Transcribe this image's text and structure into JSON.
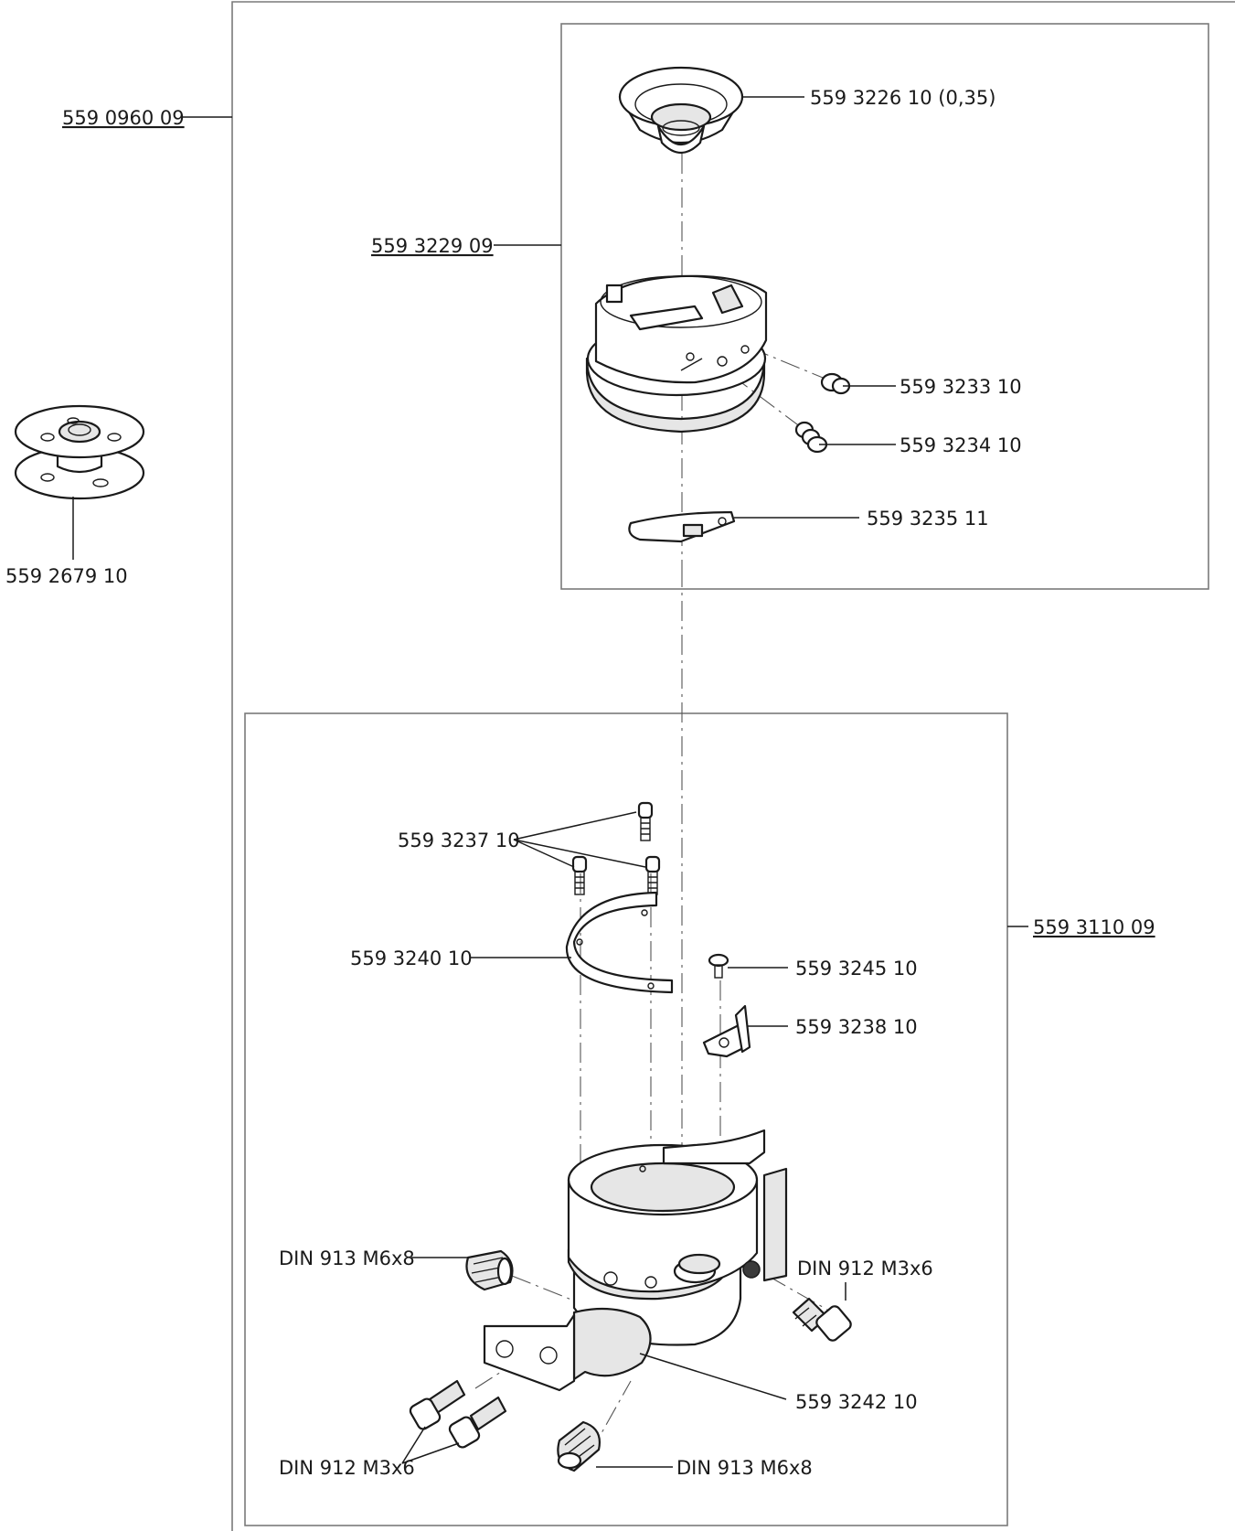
{
  "labels": {
    "assembly_main": "559 0960 09",
    "bobbin_case": "559 3229 09",
    "tension_spring": "559 3226 10 (0,35)",
    "screw_3233": "559 3233 10",
    "screw_3234": "559 3234 10",
    "latch_3235": "559 3235 11",
    "bobbin": "559 2679 10",
    "screw_3237": "559 3237 10",
    "ring_3240": "559 3240 10",
    "hook_assembly": "559 3110 09",
    "screw_3245": "559 3245 10",
    "clip_3238": "559 3238 10",
    "set_screw_upper": "DIN 913 M6x8",
    "cap_screw_right": "DIN 912 M3x6",
    "bracket_3242": "559 3242 10",
    "cap_screws_lower": "DIN 912 M3x6",
    "set_screw_lower": "DIN 913 M6x8"
  },
  "colors": {
    "line": "#1a1a1a",
    "frame": "#7a7a7a",
    "part_fill": "#ffffff",
    "shade": "#e6e6e6"
  }
}
